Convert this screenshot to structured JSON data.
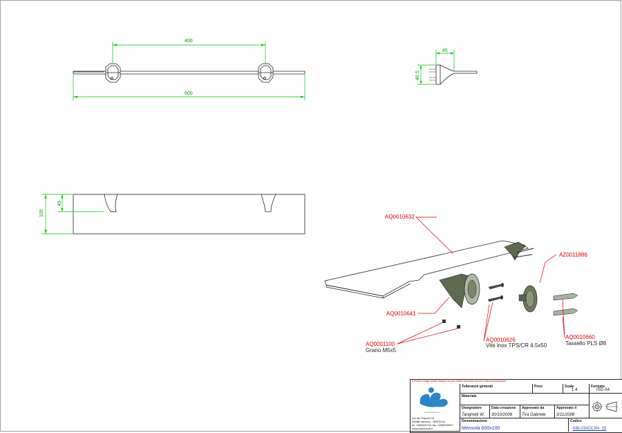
{
  "dimensions": {
    "top_inner": "400",
    "top_outer": "600",
    "side_width": "45",
    "side_height": "46.5",
    "front_height": "100",
    "front_bracket": "45"
  },
  "callouts": {
    "board": "AQ0010632",
    "bracket": "AQ0010641",
    "cap": "AZ0011886",
    "screw_code": "AQ0010626",
    "screw_desc": "Vite inox TPS/CR 4.5x50",
    "grub_code": "AQ0001100",
    "grub_desc": "Grano M5x5",
    "plug_code": "AQ0010660",
    "plug_desc": "Tassello PLS Ø8"
  },
  "title_block": {
    "notice": "A termini di legge questo disegno non può essere riprodotto senza la nostra autorizzazione",
    "tolerance_label": "Tolleranze generali",
    "weight_label": "Peso",
    "scale_label": "Scala",
    "scale_value": "1:4",
    "format_label": "Formato",
    "format_value": "ISO A4",
    "material_label": "Materiale",
    "drawer_label": "Disegnatore",
    "drawer_value": "Tanghetti W.",
    "created_label": "Data creazione",
    "created_value": "30/10/2006",
    "approved_by_label": "Approvato da",
    "approved_by_value": "Tira Gabriele",
    "approved_on_label": "Approvato il",
    "approved_on_value": "3/11/2008",
    "name_label": "Denominazione",
    "name_value": "Mensola 600x100",
    "code_label": "Codice",
    "code_value": "KBL010CCXN_15",
    "company_site": "www.ibsbrulotti.it",
    "address_line1": "Via dei Pianotti 15",
    "address_line2": "25068 Sarezzo - BRESCIA",
    "address_line3": "tel. 0308901701 fax. 0308900097",
    "address_line4": "www.ibsbrulotti.it"
  }
}
